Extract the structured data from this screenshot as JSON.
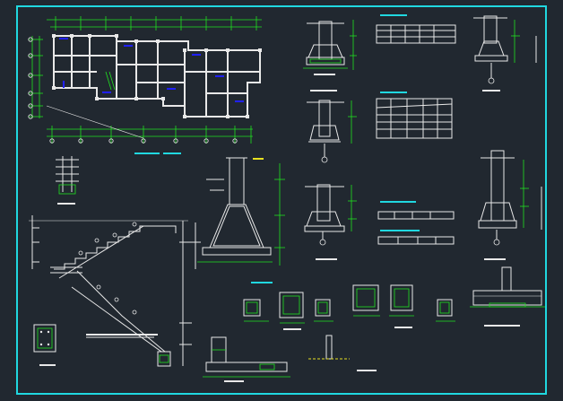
{
  "colors": {
    "background": "#212830",
    "frame": "#20d8e0",
    "lines": "#e8e8e8",
    "dimension": "#20e020",
    "highlight_red": "#e02020",
    "hatch_blue": "#1a2ad8",
    "hatch_magenta": "#e020e0",
    "title_bar": "#20d8e0",
    "yellow": "#e8e020",
    "tag_blue": "#2020ff"
  },
  "icons": {
    "section_mark": "circle-with-line"
  },
  "sheet": {
    "panels": [
      "floor-plan",
      "stair-section",
      "pier-foundation-section",
      "footing-detail-top-1",
      "footing-detail-top-2",
      "footing-detail-mid-1",
      "footing-detail-mid-2",
      "footing-detail-bottom-1",
      "column-sections",
      "tables"
    ]
  }
}
